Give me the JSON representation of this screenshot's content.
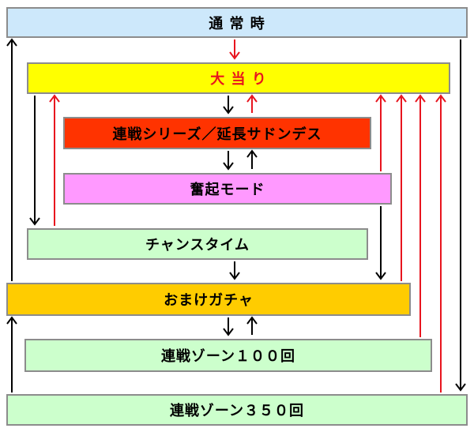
{
  "colors": {
    "arrow_black": "#000000",
    "arrow_red": "#e8141e",
    "border": "#8c8c8c"
  },
  "boxes": {
    "normal": {
      "label": "通 常 時",
      "color": "#cde8fb"
    },
    "jackpot": {
      "label": "大 当 り",
      "color": "#ffff00",
      "text_color": "#e8141e"
    },
    "series": {
      "label": "連戦シリーズ／延長サドンデス",
      "color": "#ff3300"
    },
    "rouse": {
      "label": "奮起モード",
      "color": "#ff99ff"
    },
    "chance": {
      "label": "チャンスタイム",
      "color": "#ccffcc"
    },
    "omake": {
      "label": "おまけガチャ",
      "color": "#ffcc00"
    },
    "zone100": {
      "label": "連戦ゾーン１００回",
      "color": "#ccffcc"
    },
    "zone350": {
      "label": "連戦ゾーン３５０回",
      "color": "#ccffcc"
    }
  }
}
